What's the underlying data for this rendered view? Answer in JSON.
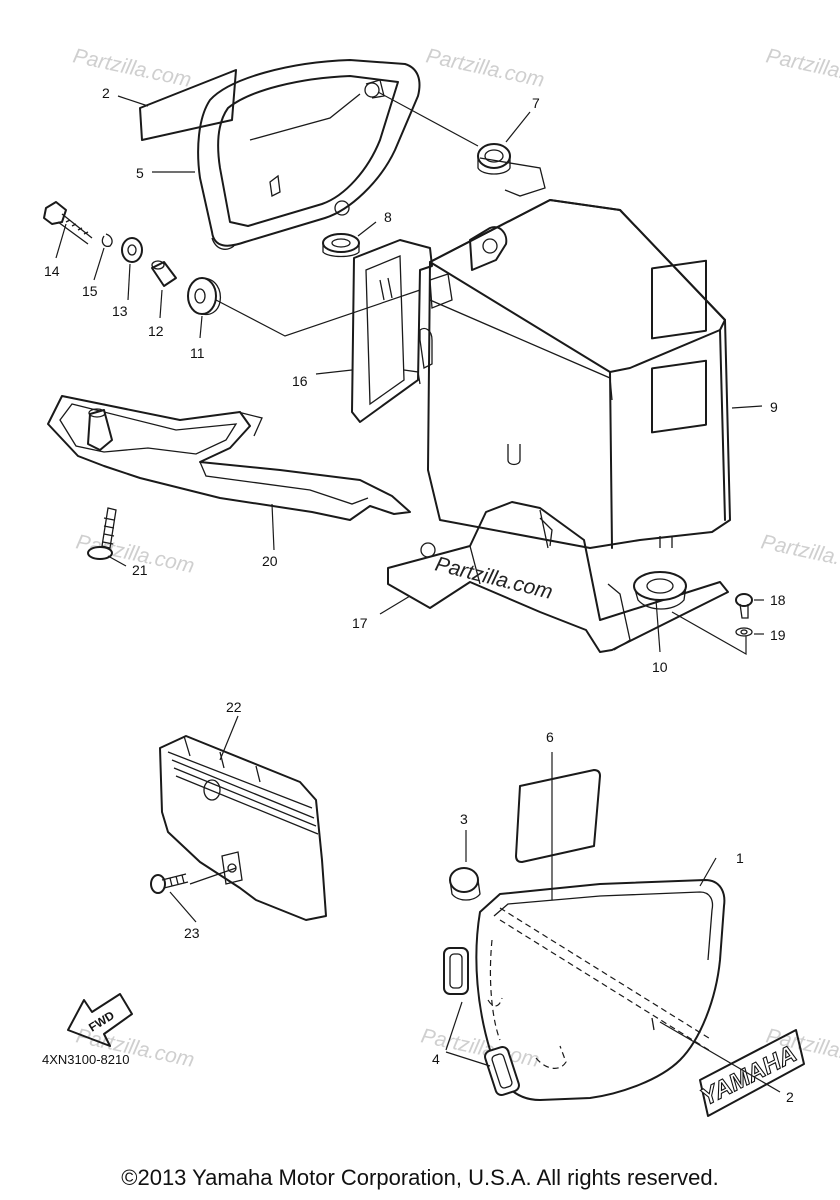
{
  "diagram": {
    "callouts": [
      "1",
      "2",
      "2",
      "3",
      "4",
      "5",
      "6",
      "7",
      "8",
      "9",
      "10",
      "11",
      "12",
      "13",
      "14",
      "15",
      "16",
      "17",
      "18",
      "19",
      "20",
      "21",
      "22",
      "23"
    ],
    "emblem_text": "YAMAHA",
    "fwd_text": "FWD",
    "watermark": "Partzilla.com",
    "part_code": "4XN3100-8210"
  },
  "footer": {
    "copyright": "©2013 Yamaha Motor Corporation, U.S.A. All rights reserved."
  }
}
